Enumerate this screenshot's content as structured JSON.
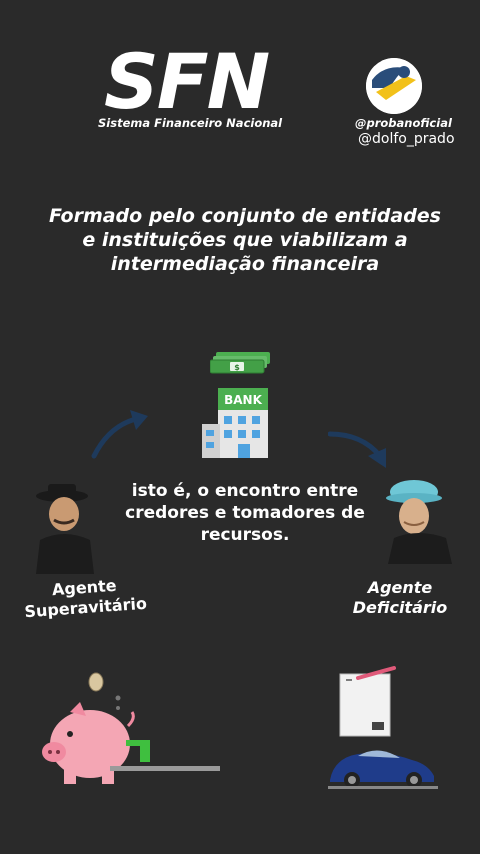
{
  "header": {
    "logo": "SFN",
    "logo_subtitle": "Sistema Financeiro Nacional",
    "handle_primary": "@probanoficial",
    "handle_secondary": "@dolfo_prado"
  },
  "intro": {
    "line1": "Formado pelo conjunto de entidades",
    "line2": "e instituições que viabilizam a",
    "line3": "intermediação financeira"
  },
  "bank_sign": "BANK",
  "money_sign": "$",
  "middle": {
    "line1": "isto é, o encontro entre",
    "line2": "credores e tomadores de",
    "line3": "recursos."
  },
  "agents": {
    "left_line1": "Agente",
    "left_line2": "Superavitário",
    "right_line1": "Agente",
    "right_line2": "Deficitário"
  },
  "colors": {
    "background": "#2a2a2a",
    "arrow": "#1e3a5c",
    "bank_sign": "#4caf50",
    "pig": "#f4a6b4",
    "car": "#1f3c8a"
  }
}
